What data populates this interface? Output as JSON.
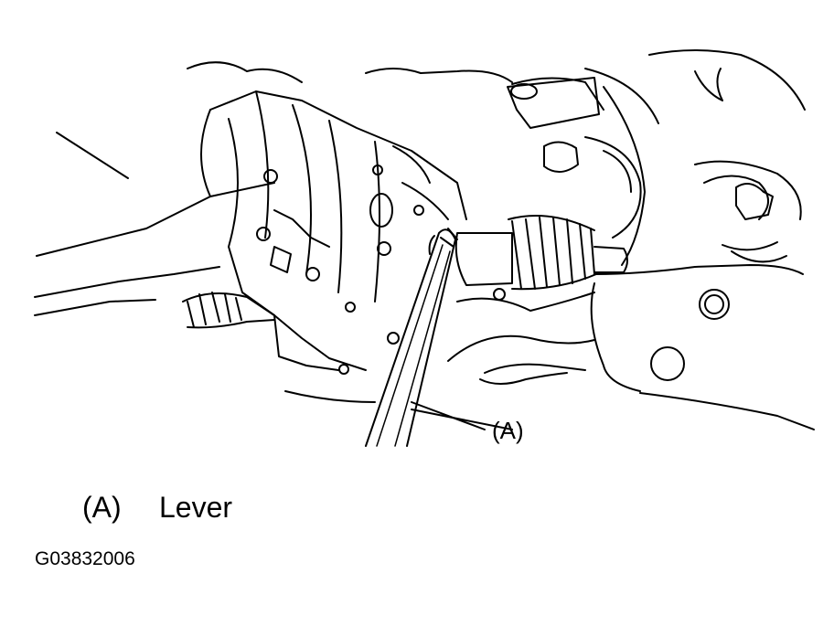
{
  "figure": {
    "callout_label": "(A)",
    "legend": {
      "key": "(A)",
      "text": "Lever"
    },
    "figure_code": "G03832006"
  },
  "colors": {
    "line": "#000000",
    "background": "#ffffff"
  }
}
